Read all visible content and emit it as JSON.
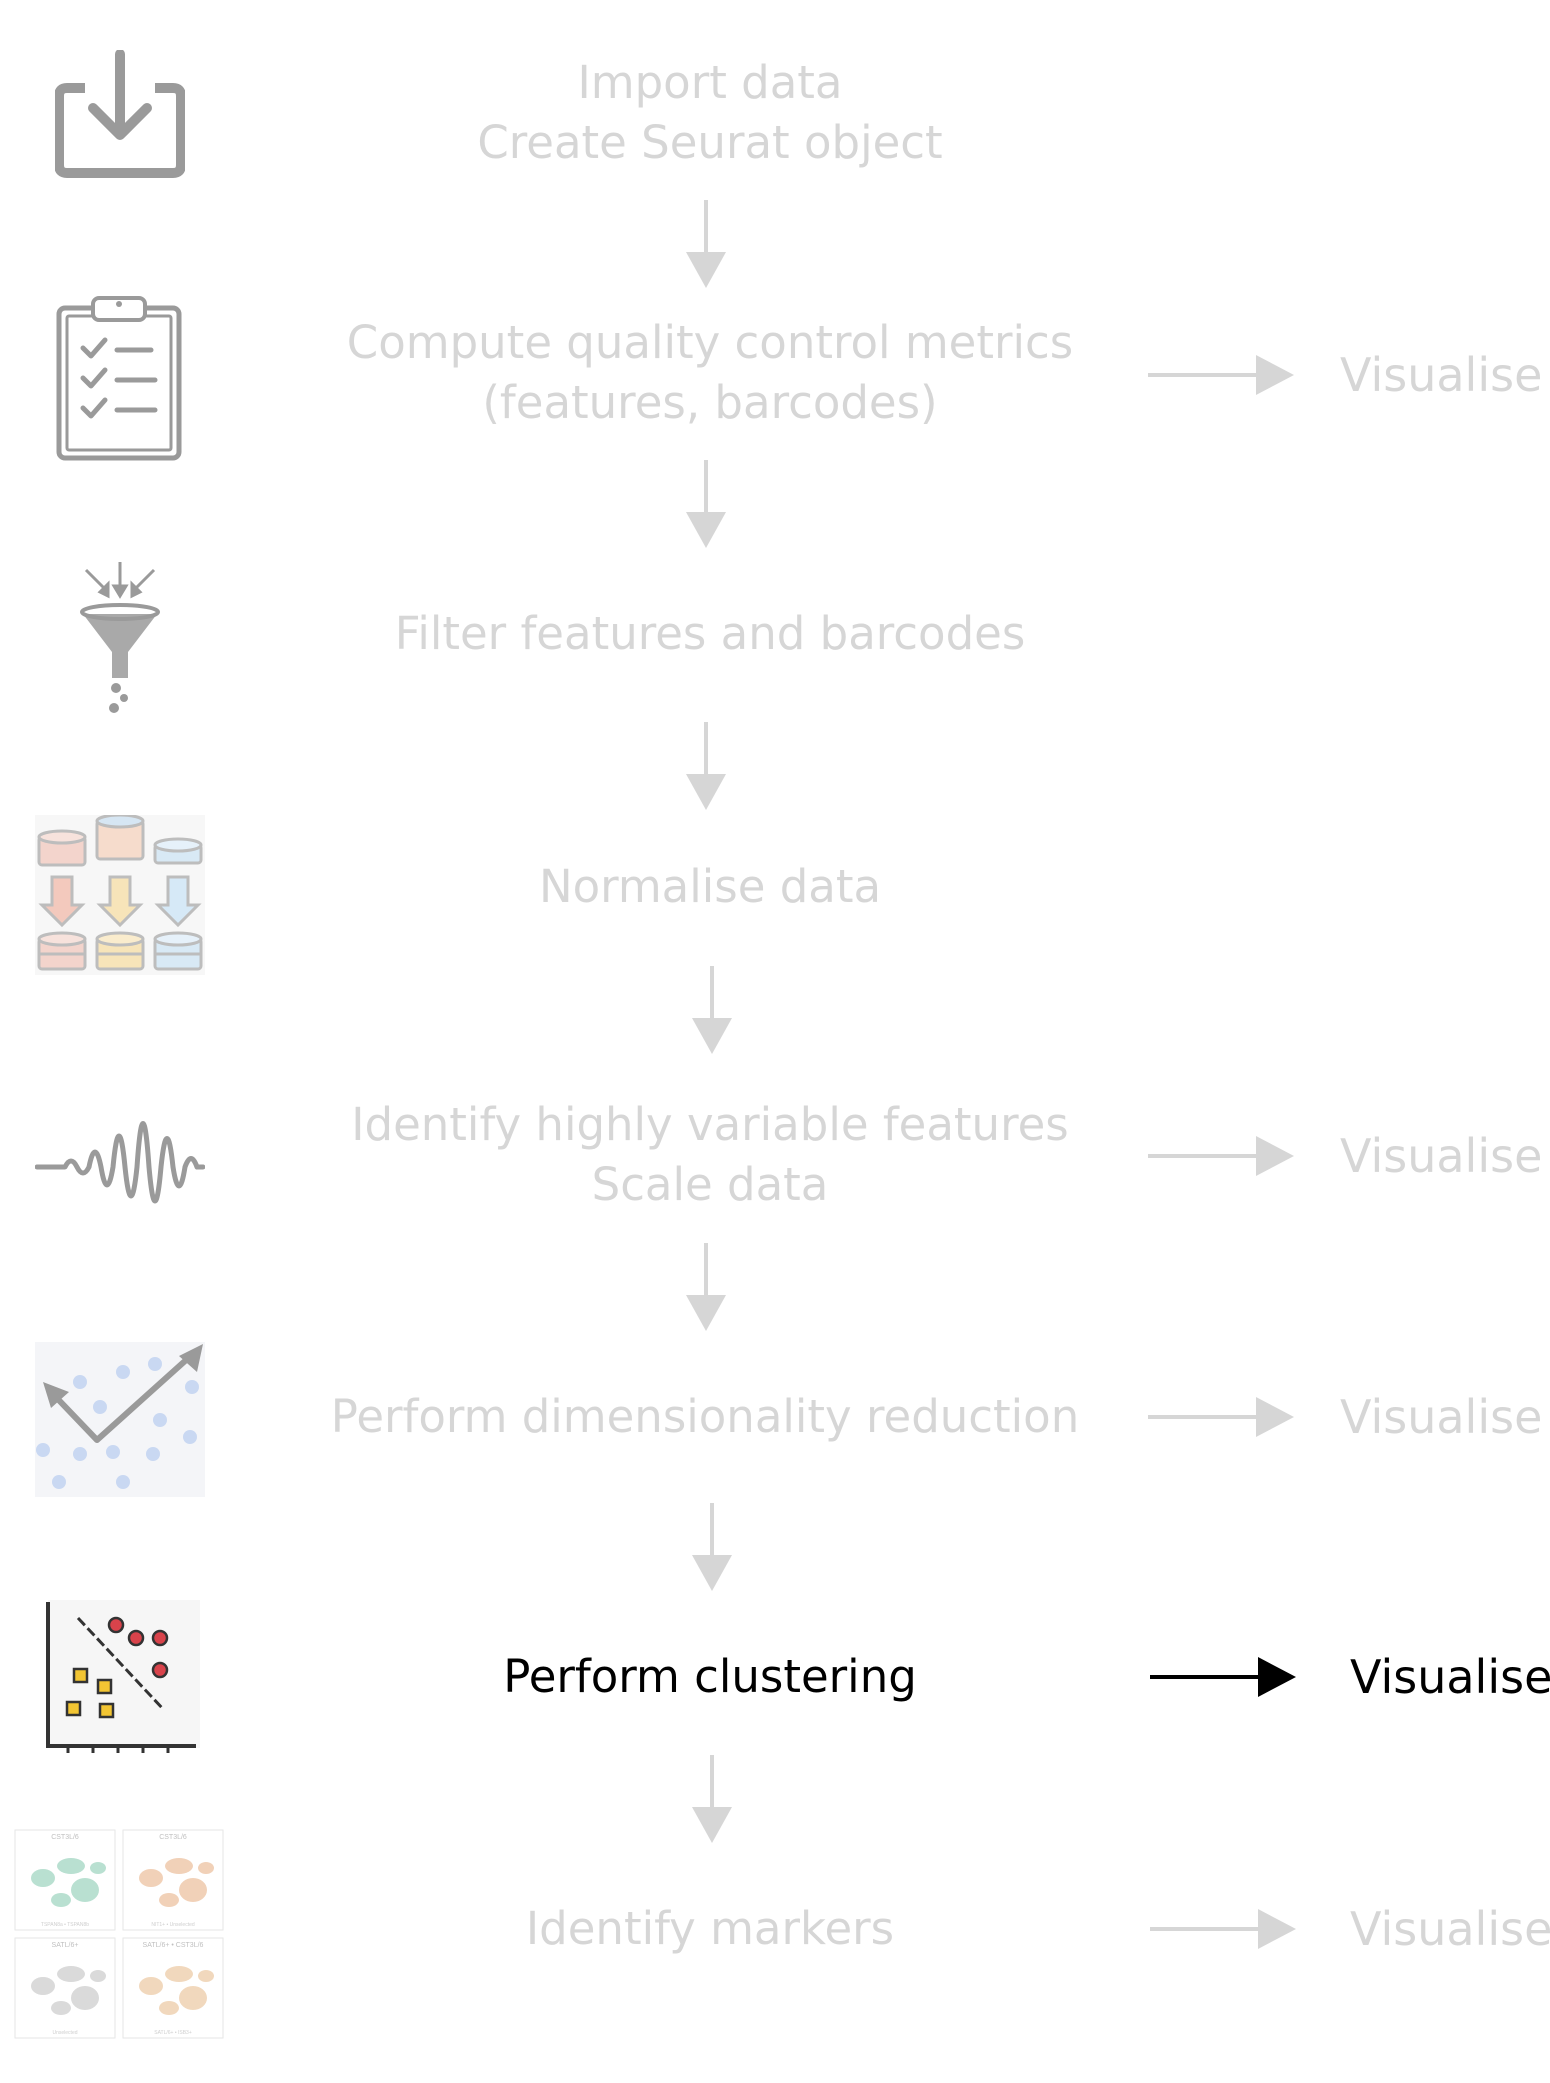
{
  "steps": [
    {
      "line1": "Import data",
      "line2": "Create Seurat object"
    },
    {
      "line1": "Compute quality control metrics",
      "line2": "(features, barcodes)",
      "visualise": "Visualise"
    },
    {
      "line1": "Filter features and barcodes"
    },
    {
      "line1": "Normalise data"
    },
    {
      "line1": "Identify highly variable features",
      "line2": "Scale data",
      "visualise": "Visualise"
    },
    {
      "line1": "Perform dimensionality reduction",
      "visualise": "Visualise"
    },
    {
      "line1": "Perform clustering",
      "visualise": "Visualise"
    },
    {
      "line1": "Identify markers",
      "visualise": "Visualise"
    }
  ],
  "active_step": "Perform clustering",
  "thumbnail_text": {
    "p1_title": "CST3L/6",
    "p2_title": "CST3L/6",
    "p3_title": "SATL/6+",
    "p4_title": "SATL/6+ • CST3L/6",
    "p1_legend": "TSPAN8a • TSPAN8b",
    "p2_legend": "NIT1+ • Unselected",
    "p3_legend": "Unselected",
    "p4_legend": "SATL/6+ • ISB3+"
  },
  "colors": {
    "inactive": "#d6d6d6",
    "active": "#000000",
    "icon_gray": "#9a9a9a"
  }
}
